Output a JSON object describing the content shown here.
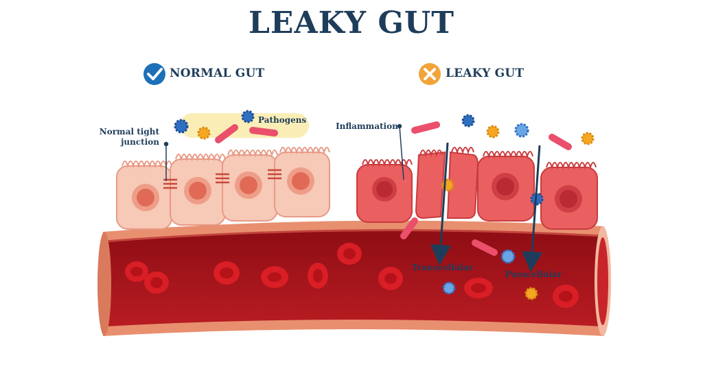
{
  "title": "LEAKY GUT",
  "sections": {
    "normal": {
      "label": "NORMAL GUT",
      "icon": "check-circle-icon",
      "color": "#1d6fb8"
    },
    "leaky": {
      "label": "LEAKY GUT",
      "icon": "x-circle-icon",
      "color": "#f2a43a"
    }
  },
  "labels": {
    "tight_junction": [
      "Normal tight",
      "junction"
    ],
    "pathogens": "Pathogens",
    "inflammation": "Inflammation",
    "transcellular": "Transcellular",
    "paracellular": "Paracellular"
  },
  "colors": {
    "title": "#1e3d5a",
    "healthy_cell": "#f7c9b7",
    "inflamed_cell": "#ea5f60",
    "vessel_wall": "#e88f6f",
    "blood": "#a8141b",
    "red_blood_cell": "#d91e26",
    "pathogen_highlight": "#faeeb6",
    "arrow": "#1e3d5a"
  }
}
